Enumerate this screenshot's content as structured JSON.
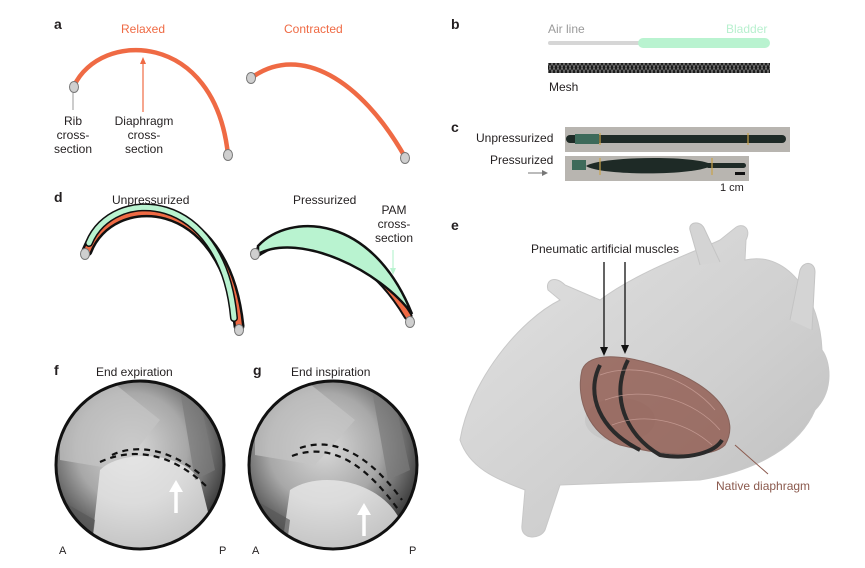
{
  "colors": {
    "orange": "#ef6a44",
    "green": "#b9f3d0",
    "grey_tube": "#d6d6d6",
    "diaphragm": "#8b5145"
  },
  "panels": {
    "a": {
      "label": "a",
      "relaxed": "Relaxed",
      "contracted": "Contracted",
      "rib_cross_section": [
        "Rib",
        "cross-",
        "section"
      ],
      "diaphragm_cross_section": [
        "Diaphragm",
        "cross-",
        "section"
      ]
    },
    "b": {
      "label": "b",
      "air_line": "Air line",
      "bladder": "Bladder",
      "mesh": "Mesh"
    },
    "c": {
      "label": "c",
      "unpressurized": "Unpressurized",
      "pressurized": "Pressurized",
      "scale": "1 cm"
    },
    "d": {
      "label": "d",
      "unpressurized": "Unpressurized",
      "pressurized": "Pressurized",
      "pam_cross_section": [
        "PAM",
        "cross-",
        "section"
      ]
    },
    "e": {
      "label": "e",
      "pneumatic_artificial_muscles": "Pneumatic artificial muscles",
      "native_diaphragm": "Native diaphragm"
    },
    "f": {
      "label": "f",
      "title": "End expiration",
      "left_marker": "A",
      "right_marker": "P"
    },
    "g": {
      "label": "g",
      "title": "End inspiration",
      "left_marker": "A",
      "right_marker": "P"
    }
  }
}
